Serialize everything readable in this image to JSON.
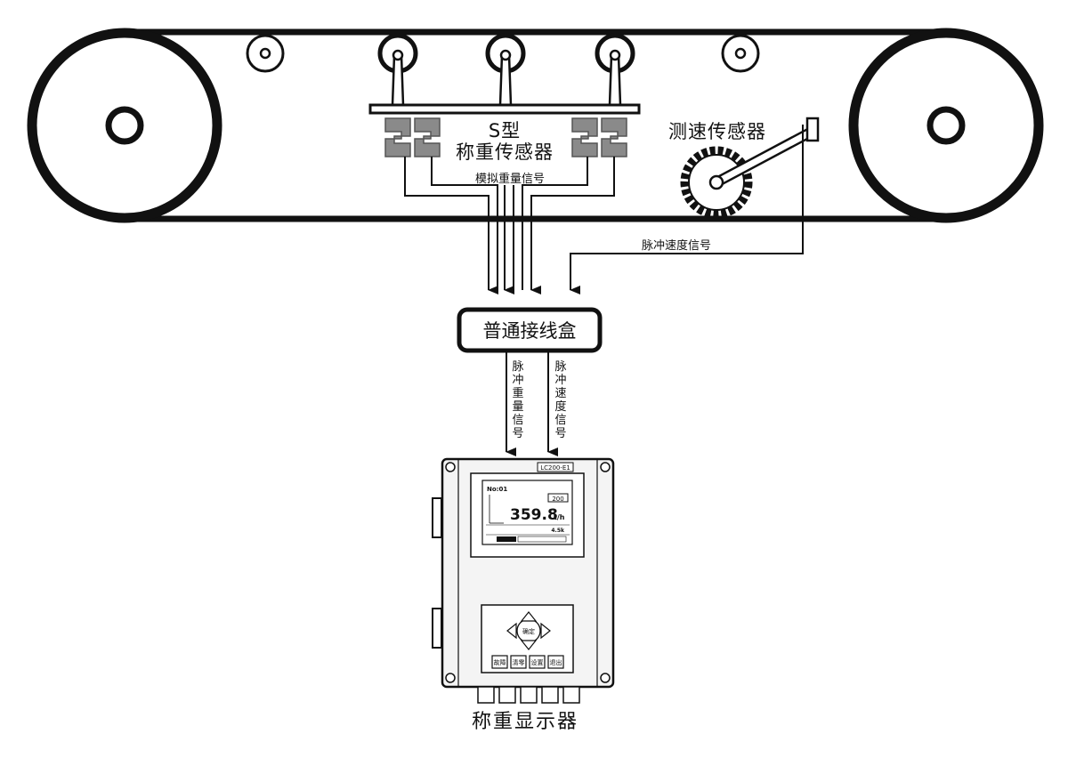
{
  "labels": {
    "s_type": "S型",
    "load_cell": "称重传感器",
    "analog_weight_signal": "模拟重量信号",
    "speed_sensor": "测速传感器",
    "pulse_speed_signal": "脉冲速度信号",
    "junction_box": "普通接线盒",
    "pulse_weight_signal_vertical": [
      "脉",
      "冲",
      "重",
      "量",
      "信",
      "号"
    ],
    "pulse_speed_signal_vertical": [
      "脉",
      "冲",
      "速",
      "度",
      "信",
      "号"
    ],
    "indicator": "称重显示器"
  },
  "device": {
    "model": "LC200-E1",
    "screen": {
      "station": "No:01",
      "setpoint": "200",
      "flow_value": "359.8",
      "flow_unit": "t/h",
      "total_value": "4.5k"
    },
    "keys": [
      "故障",
      "清零",
      "设置",
      "退出"
    ],
    "center_key": "确定"
  },
  "colors": {
    "line": "#111111",
    "sensor_gray": "#8a8a8a",
    "device_body": "#f4f4f4"
  }
}
